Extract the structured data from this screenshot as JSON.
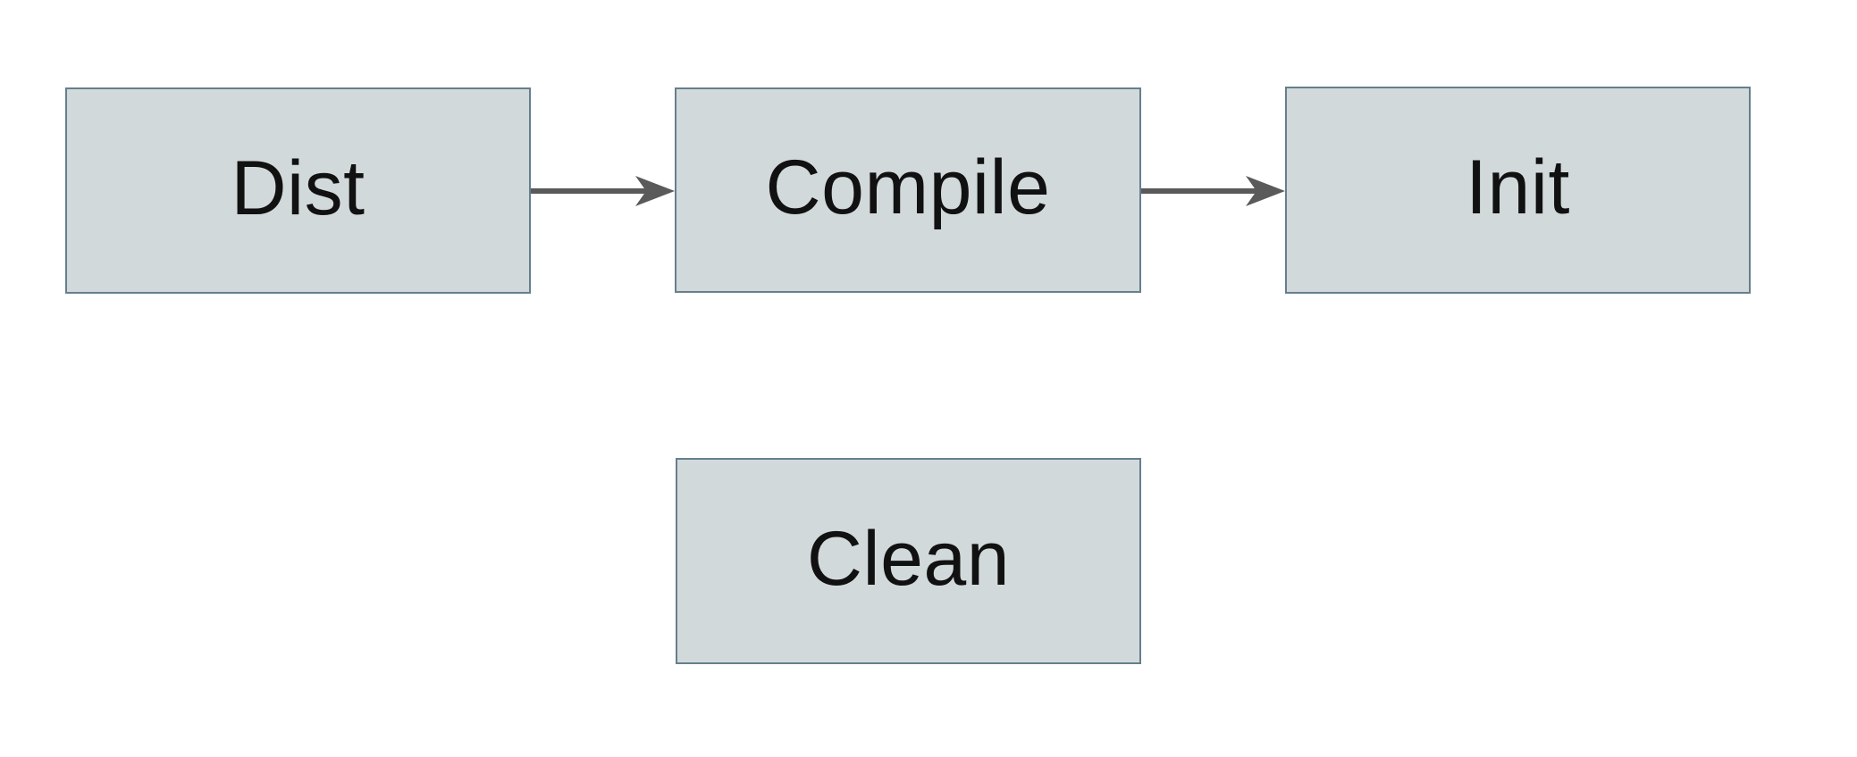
{
  "diagram": {
    "colors": {
      "canvas_bg": "#ffffff",
      "node_fill": "#d2d9db",
      "node_border": "#657f8d",
      "arrow_color": "#5a5a5a",
      "text_color": "#111111"
    },
    "nodes": {
      "dist": {
        "label": "Dist"
      },
      "compile": {
        "label": "Compile"
      },
      "init": {
        "label": "Init"
      },
      "clean": {
        "label": "Clean"
      }
    },
    "edges": [
      {
        "from": "Dist",
        "to": "Compile",
        "style": "arrow-right"
      },
      {
        "from": "Compile",
        "to": "Init",
        "style": "arrow-right"
      }
    ]
  }
}
